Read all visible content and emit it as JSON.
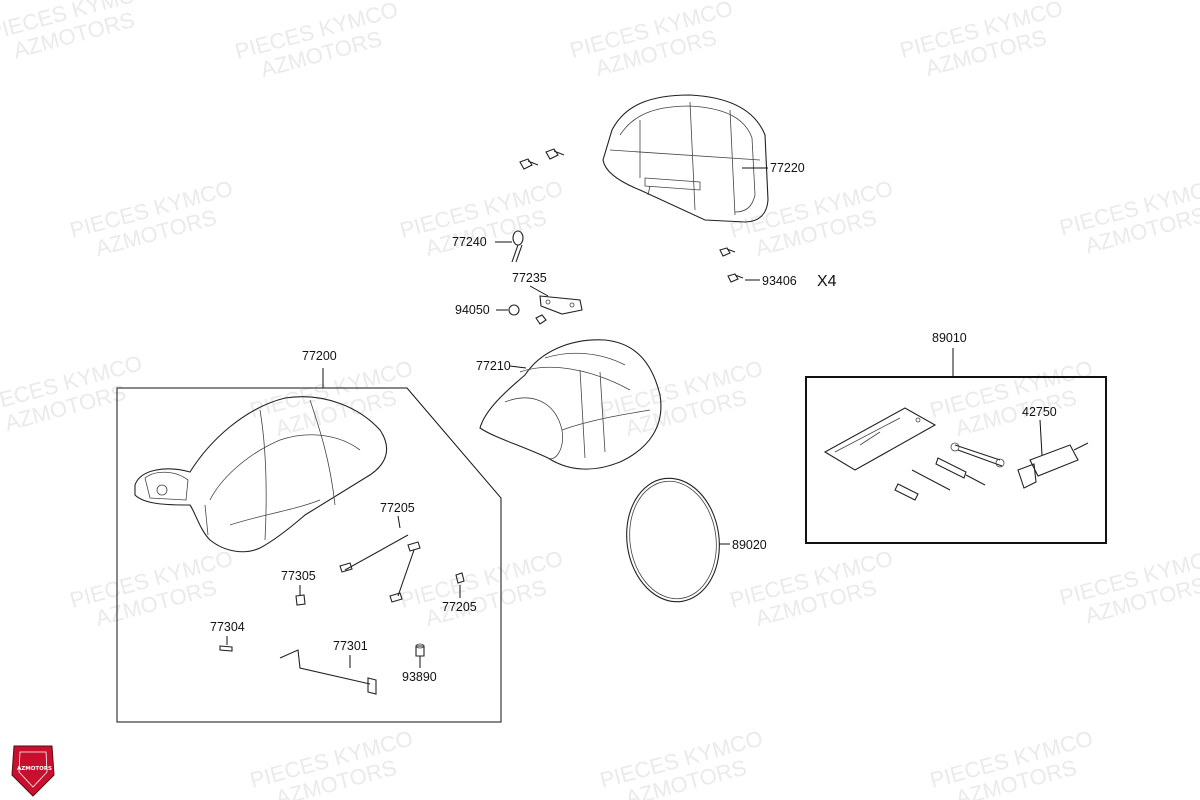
{
  "watermark": {
    "line1": "PIECES KYMCO",
    "line2": "AZMOTORS"
  },
  "labels": {
    "p77220": "77220",
    "p77240": "77240",
    "p77235": "77235",
    "p94050": "94050",
    "p93406": "93406",
    "qty_x4": "X4",
    "p77210": "77210",
    "p77200": "77200",
    "p77205a": "77205",
    "p77205b": "77205",
    "p77305": "77305",
    "p77304": "77304",
    "p77301": "77301",
    "p93890": "93890",
    "p89020": "89020",
    "p89010": "89010",
    "p42750": "42750"
  },
  "logo": {
    "text": "AZMOTORS",
    "color": "#c8102e"
  }
}
